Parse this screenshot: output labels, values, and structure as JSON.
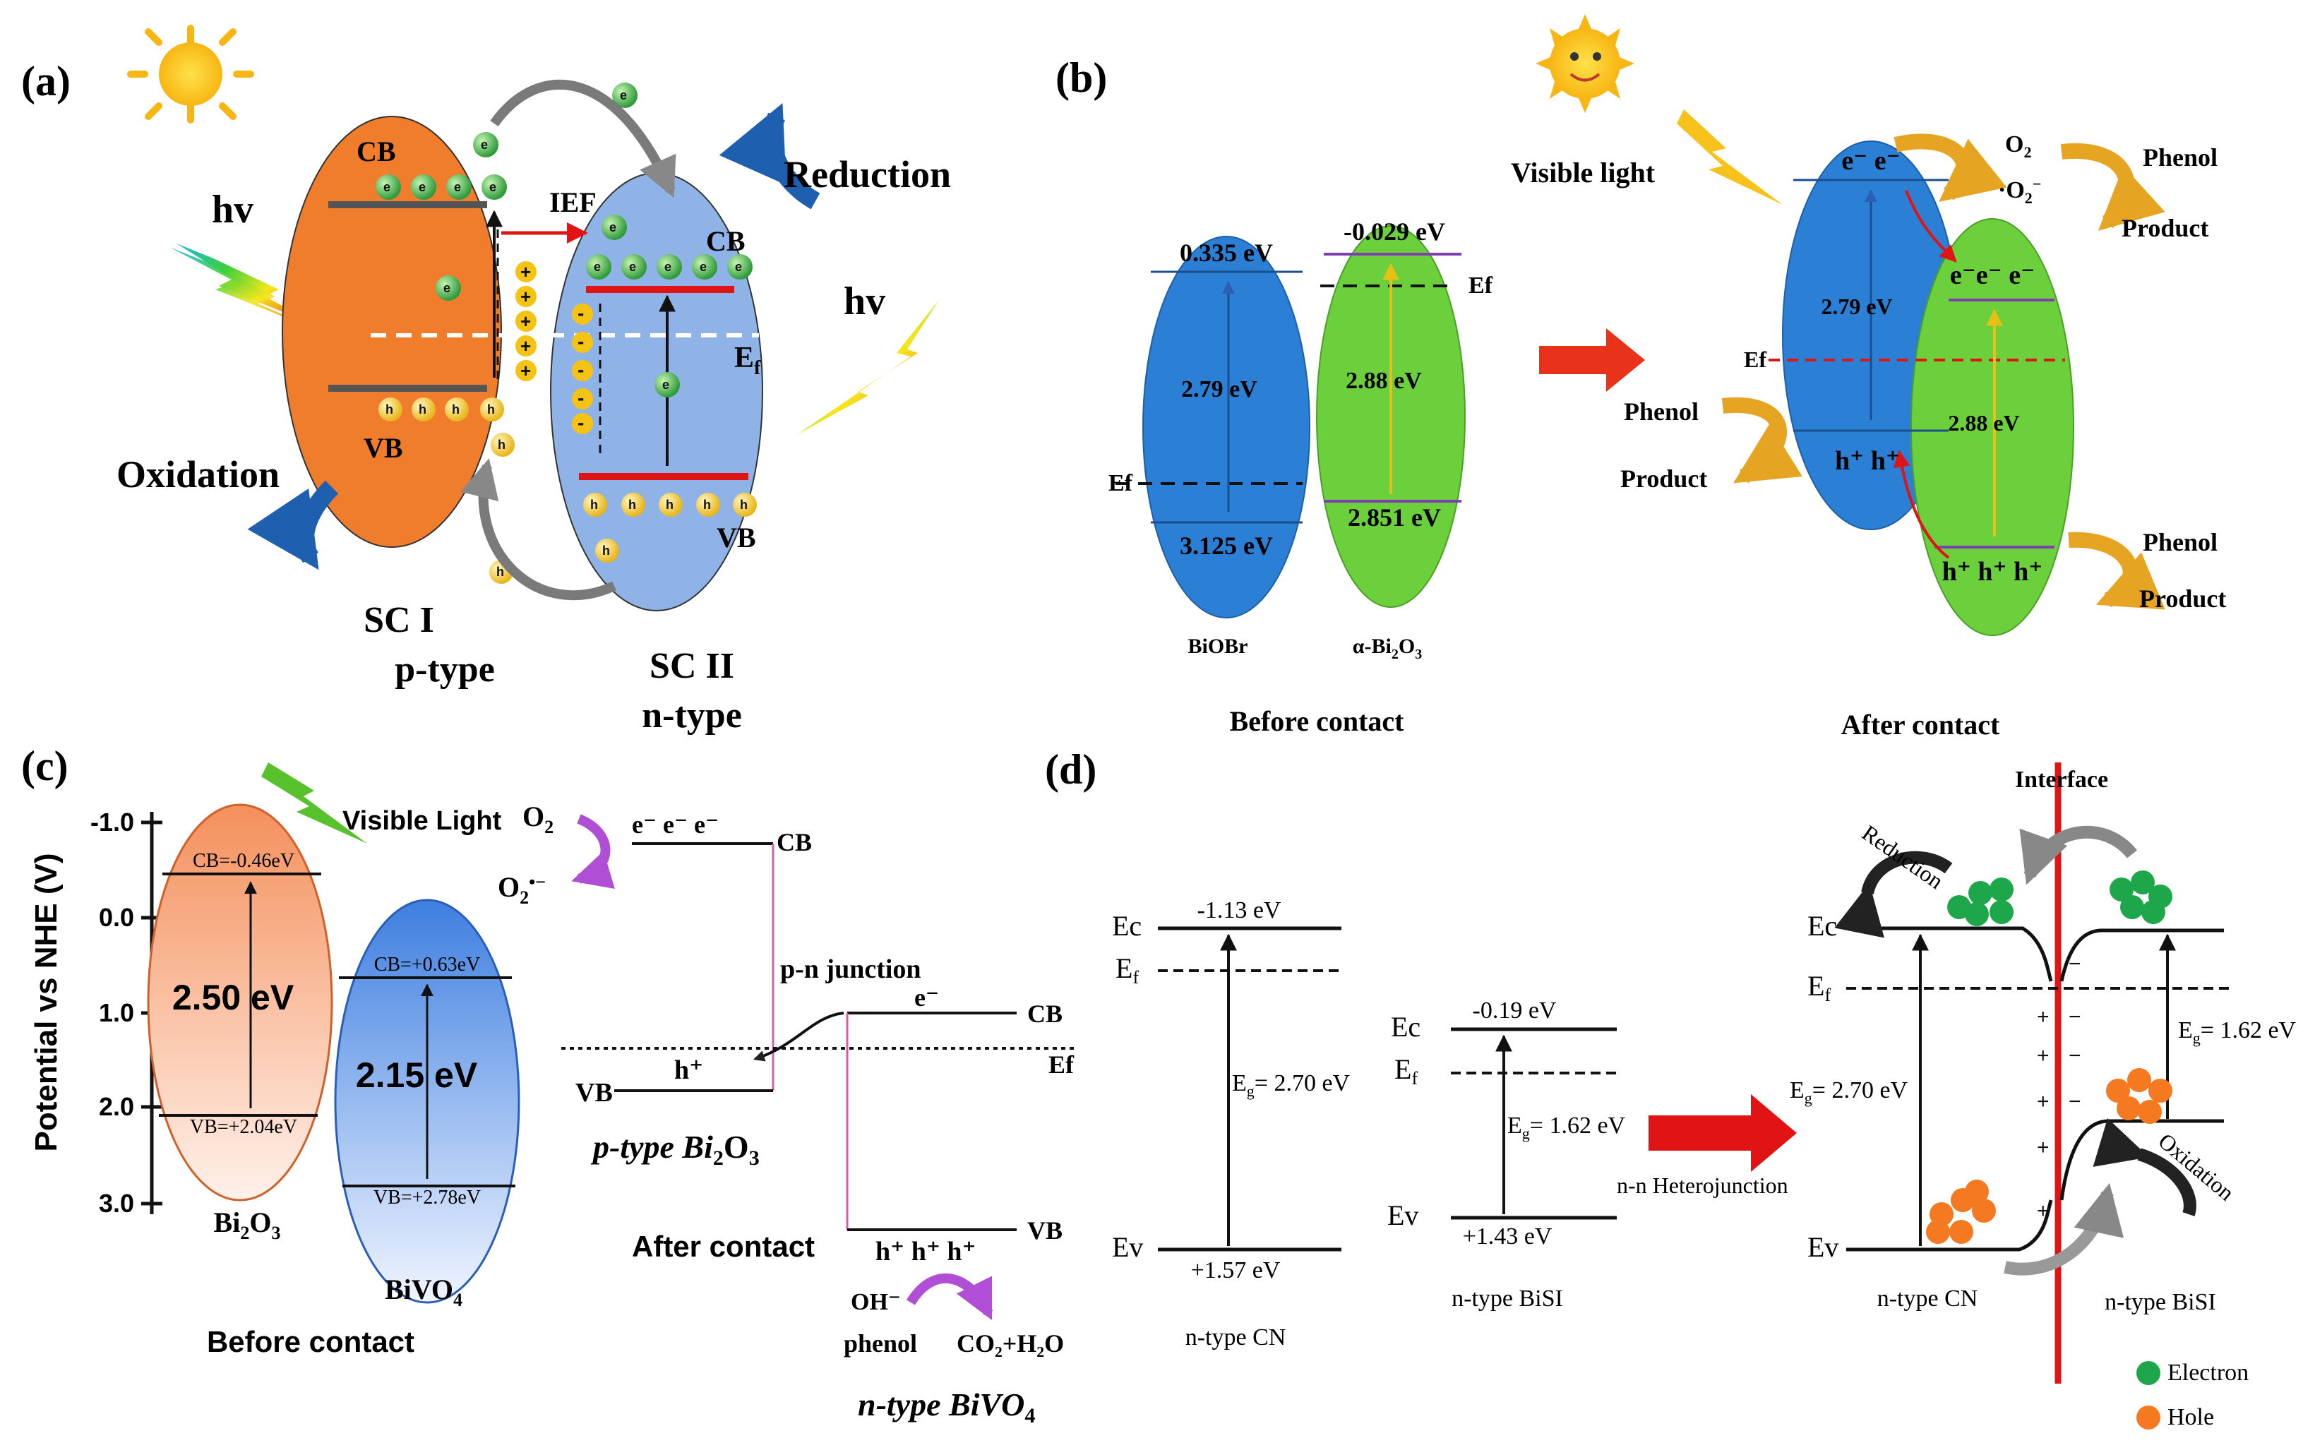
{
  "panels": {
    "a": {
      "label": "(a)",
      "hv_left": "hv",
      "hv_right": "hv",
      "oxidation": "Oxidation",
      "reduction": "Reduction",
      "cb_left": "CB",
      "vb_left": "VB",
      "cb_right": "CB",
      "vb_right": "VB",
      "ief": "IEF",
      "ef": "E",
      "ef_sub": "f",
      "electron": "e",
      "hole": "h",
      "sc1_name": "SC I",
      "sc1_type": "p-type",
      "sc2_name": "SC II",
      "sc2_type": "n-type",
      "colors": {
        "sc1": "#f07d2c",
        "sc2": "#8fb3e6",
        "band": "#e01414",
        "electron": "#3fae49",
        "hole": "#f7d93c"
      }
    },
    "b": {
      "label": "(b)",
      "biobr_cb": "0.335 eV",
      "biobr_gap": "2.79 eV",
      "biobr_vb": "3.125 eV",
      "biobr_ef": "Ef",
      "bi2o3_cb": "-0.029 eV",
      "bi2o3_gap": "2.88 eV",
      "bi2o3_vb": "2.851 eV",
      "bi2o3_ef": "Ef",
      "biobr_name": "BiOBr",
      "bi2o3_name_a": "α-Bi",
      "bi2o3_name_sub": "2",
      "bi2o3_name_b": "O",
      "bi2o3_name_sub2": "3",
      "before": "Before contact",
      "after": "After contact",
      "visible_light": "Visible light",
      "o2": "O",
      "o2_sub": "2",
      "o2_radical": "·O",
      "o2_radical_sub": "2",
      "o2_radical_sup": "−",
      "phenol": "Phenol",
      "product": "Product",
      "after_ef": "Ef",
      "after_gap_left": "2.79 eV",
      "after_gap_right": "2.88 eV",
      "after_e_left": "e⁻ e⁻",
      "after_e_right": "e⁻e⁻ e⁻",
      "after_h_left": "h⁺ h⁺",
      "after_h_right": "h⁺ h⁺ h⁺",
      "colors": {
        "blue": "#2b7fd4",
        "green": "#6ccf3c",
        "arrow": "#e8331a",
        "yellow": "#e5a523"
      }
    },
    "c": {
      "label": "(c)",
      "yaxis": "Potential vs NHE (V)",
      "yticks": [
        "-1.0",
        "0.0",
        "1.0",
        "2.0",
        "3.0"
      ],
      "visible_light": "Visible Light",
      "bi2o3_cb": "CB=-0.46eV",
      "bi2o3_gap": "2.50 eV",
      "bi2o3_vb": "VB=+2.04eV",
      "bivo4_cb": "CB=+0.63eV",
      "bivo4_gap": "2.15 eV",
      "bivo4_vb": "VB=+2.78eV",
      "bi2o3_name": "Bi",
      "bi2o3_s1": "2",
      "bi2o3_o": "O",
      "bi2o3_s2": "3",
      "bivo4_name": "BiVO",
      "bivo4_s": "4",
      "before": "Before contact",
      "o2": "O",
      "o2_sub": "2",
      "o2_rad": "O",
      "o2_rad_sub": "2",
      "o2_rad_sup": "•−",
      "e_row": "e⁻   e⁻   e⁻",
      "cb": "CB",
      "vb": "VB",
      "pn": "p-n junction",
      "e_single": "e⁻",
      "h_single": "h⁺",
      "ef": "Ef",
      "ptype": "p-type Bi",
      "ptype_s1": "2",
      "ptype_o": "O",
      "ptype_s2": "3",
      "after": "After contact",
      "h_row": "h⁺  h⁺  h⁺",
      "oh": "OH⁻",
      "phenol": "phenol",
      "products": "CO₂+H₂O",
      "ntype": "n-type BiVO",
      "ntype_s": "4",
      "colors": {
        "bi2o3_top": "#f5a37a",
        "bivo4_top": "#5b8fe0",
        "pink": "#d45fa8",
        "purple": "#b04fd6"
      }
    },
    "d": {
      "label": "(d)",
      "cn_ec": "-1.13 eV",
      "cn_gap": "E",
      "cn_gap_sub": "g",
      "cn_gap_val": "= 2.70 eV",
      "cn_ev": "+1.57 eV",
      "bisi_ec": "-0.19 eV",
      "bisi_gap_val": "= 1.62 eV",
      "bisi_ev": "+1.43 eV",
      "ec": "Ec",
      "ef": "E",
      "ef_sub": "f",
      "ev": "Ev",
      "cn_name": "n-type CN",
      "bisi_name": "n-type BiSI",
      "nn": "n-n Heterojunction",
      "interface": "Interface",
      "reduction": "Reduction",
      "oxidation": "Oxidation",
      "eg_left": "= 2.70 eV",
      "eg_right": "= 1.62 eV",
      "legend_electron": "Electron",
      "legend_hole": "Hole",
      "colors": {
        "electron": "#1ea64a",
        "hole": "#f47920",
        "interface": "#e01414"
      }
    }
  }
}
